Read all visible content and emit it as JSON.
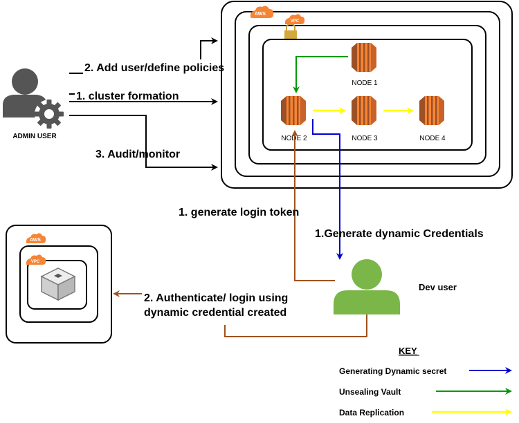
{
  "admin": {
    "label": "ADMIN USER"
  },
  "admin_steps": {
    "step2": "2. Add user/define policies",
    "step1": "1. cluster formation",
    "step3": "3. Audit/monitor"
  },
  "cluster": {
    "aws_badge": "AWS",
    "vpc_badge": "VPC",
    "nodes": [
      "NODE 1",
      "NODE 2",
      "NODE 3",
      "NODE 4"
    ]
  },
  "remote": {
    "aws_badge": "AWS",
    "vpc_badge": "VPC"
  },
  "dev_flow": {
    "login_token": "1. generate login token",
    "dynamic_credentials": "1.Generate dynamic Credentials",
    "authenticate_line1": "2. Authenticate/ login using",
    "authenticate_line2": "dynamic credential created"
  },
  "dev_user": {
    "label": "Dev user"
  },
  "key": {
    "title": "KEY",
    "entries": [
      {
        "label": "Generating Dynamic secret",
        "color": "#0000cc"
      },
      {
        "label": "Unsealing Vault",
        "color": "#009900"
      },
      {
        "label": "Data Replication",
        "color": "#ffff00"
      }
    ]
  },
  "colors": {
    "aws_orange": "#f58536",
    "node_orange": "#ed7d31",
    "person_gray": "#555555",
    "dev_green": "#7ab648",
    "brown": "#a0521d",
    "blue": "#0000cc",
    "green": "#009900",
    "yellow": "#ffff00"
  }
}
